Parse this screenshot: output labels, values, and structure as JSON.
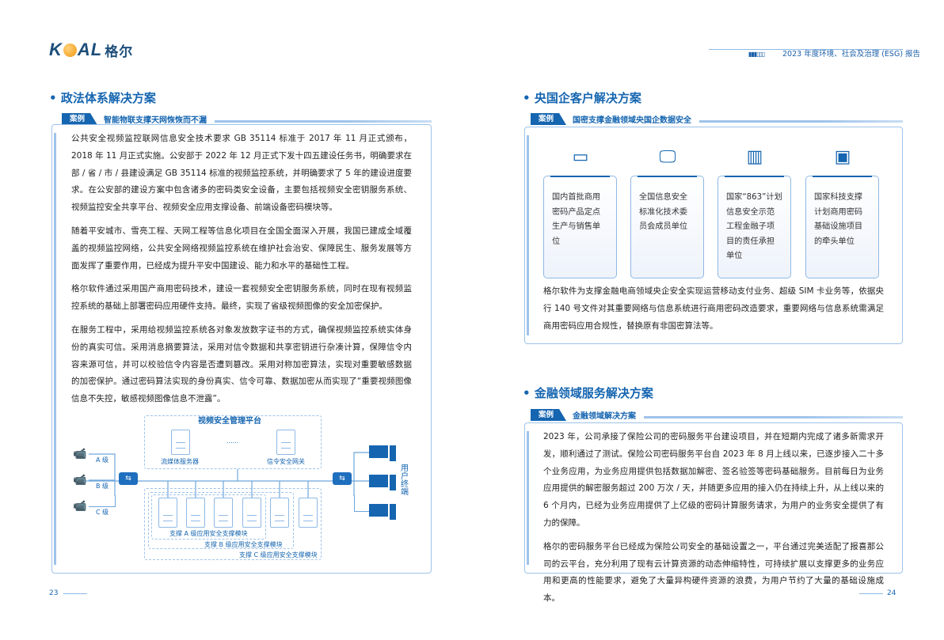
{
  "header": {
    "logo_text": "KOAL",
    "logo_cn": "格尔",
    "report_title": "2023 年度环境、社会及治理 (ESG) 报告"
  },
  "left": {
    "section_title": "政法体系解决方案",
    "case_tag": "案例",
    "case_title": "智能物联支撑天网恢恢而不漏",
    "paragraphs": [
      "公共安全视频监控联网信息安全技术要求 GB 35114 标准于 2017 年 11 月正式颁布，2018 年 11 月正式实施。公安部于 2022 年 12 月正式下发十四五建设任务书，明确要求在部 / 省 / 市 / 县建设满足 GB 35114 标准的视频监控系统，并明确要求了 5 年的建设进度要求。在公安部的建设方案中包含诸多的密码类安全设备，主要包括视频安全密钥服务系统、视频监控安全共享平台、视频安全应用支撑设备、前端设备密码模块等。",
      "随着平安城市、雪亮工程、天网工程等信息化项目在全国全面深入开展，我国已建成全域覆盖的视频监控网络，公共安全网络视频监控系统在维护社会治安、保障民生、服务发展等方面发挥了重要作用，已经成为提升平安中国建设、能力和水平的基础性工程。",
      "格尔软件通过采用国产商用密码技术，建设一套视频安全密钥服务系统，同时在现有视频监控系统的基础上部署密码应用硬件支持。最终，实现了省级视频图像的安全加密保护。",
      "在服务工程中，采用给视频监控系统各对象发放数字证书的方式，确保视频监控系统实体身份的真实可信。采用消息摘要算法，采用对信令数据和共享密钥进行杂凑计算，保障信令内容来源可信，并可以校验信令内容是否遭到篡改。采用对称加密算法，实现对重要敏感数据的加密保护。通过密码算法实现的身份真实、信令可靠、数据加密从而实现了“重要视频图像信息不失控，敏感视频图像信息不泄露”。"
    ],
    "diagram": {
      "platform_title": "视频安全管理平台",
      "server1": "流媒体服务器",
      "ellipsis": "......",
      "server2": "信令安全网关",
      "cameras": [
        "A 级",
        "B 级",
        "C 级"
      ],
      "user_terminal": "用户终端",
      "module_a": "支撑 A 级应用安全支撑模块",
      "module_b": "支撑 B 级应用安全支撑模块",
      "module_c": "支撑 C 级应用安全支撑模块"
    },
    "page_number": "23"
  },
  "right": {
    "section1_title": "央国企客户解决方案",
    "case1_tag": "案例",
    "case1_title": "国密支撑金融领域央国企数据安全",
    "cards": [
      {
        "icon": "server-device-icon",
        "text": "国内首批商用密码产品定点生产与销售单位"
      },
      {
        "icon": "monitor-icon",
        "text": "全国信息安全标准化技术委员会成员单位"
      },
      {
        "icon": "building-icon",
        "text": "国家“863”计划信息安全示范工程金融子项目的责任承担单位"
      },
      {
        "icon": "chip-icon",
        "text": "国家科技支撑计划商用密码基础设施项目的牵头单位"
      }
    ],
    "case1_paragraph": "格尔软件为支撑金融电商领域央企安全实现运营移动支付业务、超级 SIM 卡业务等，依据央行 140 号文件对其重要网络与信息系统进行商用密码改造要求，重要网络与信息系统需满足商用密码应用合规性，替换原有非国密算法等。",
    "section2_title": "金融领域服务解决方案",
    "case2_tag": "案例",
    "case2_title": "金融领域解决方案",
    "case2_paragraphs": [
      "2023 年，公司承接了保险公司的密码服务平台建设项目，并在短期内完成了诸多新需求开发，顺利通过了测试。保险公司密码服务平台自 2023 年 8 月上线以来，已逐步接入二十多个业务应用，为业务应用提供包括数据加解密、签名验签等密码基础服务。目前每日为业务应用提供的解密服务超过 200 万次 / 天，并随更多应用的接入仍在持续上升，从上线以来的 6 个月内，已经为业务应用提供了上亿级的密码计算服务请求，为用户的业务安全提供了有力的保障。",
      "格尔的密码服务平台已经成为保险公司安全的基础设置之一，平台通过完美适配了报喜那公司的云平台，充分利用了现有云计算资源的动态伸缩特性，可持续扩展以支撑更多的业务应用和更高的性能要求，避免了大量异构硬件资源的浪费，为用户节约了大量的基础设施成本。"
    ],
    "page_number": "24"
  },
  "colors": {
    "brand_blue": "#1565b0",
    "frame": "#9ec3ea",
    "logo_orange": "#f0960f"
  }
}
